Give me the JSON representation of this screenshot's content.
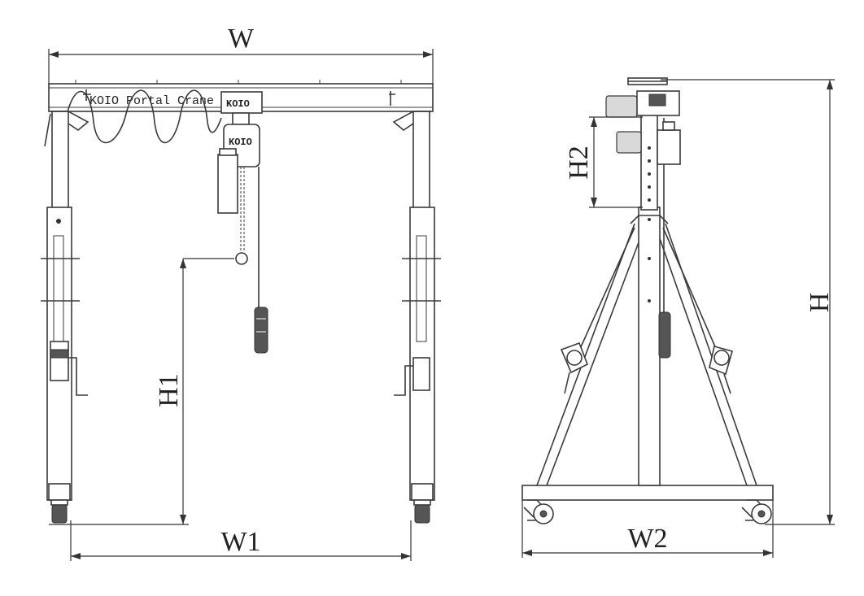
{
  "dimensions": {
    "W": "W",
    "W1": "W1",
    "W2": "W2",
    "H": "H",
    "H1": "H1",
    "H2": "H2"
  },
  "beam_label": "KOIO Portal Crane",
  "hoist_logo": "KOIO",
  "trolley_logo": "KOIO",
  "colors": {
    "line": "#3a3a3a",
    "background": "#ffffff"
  }
}
